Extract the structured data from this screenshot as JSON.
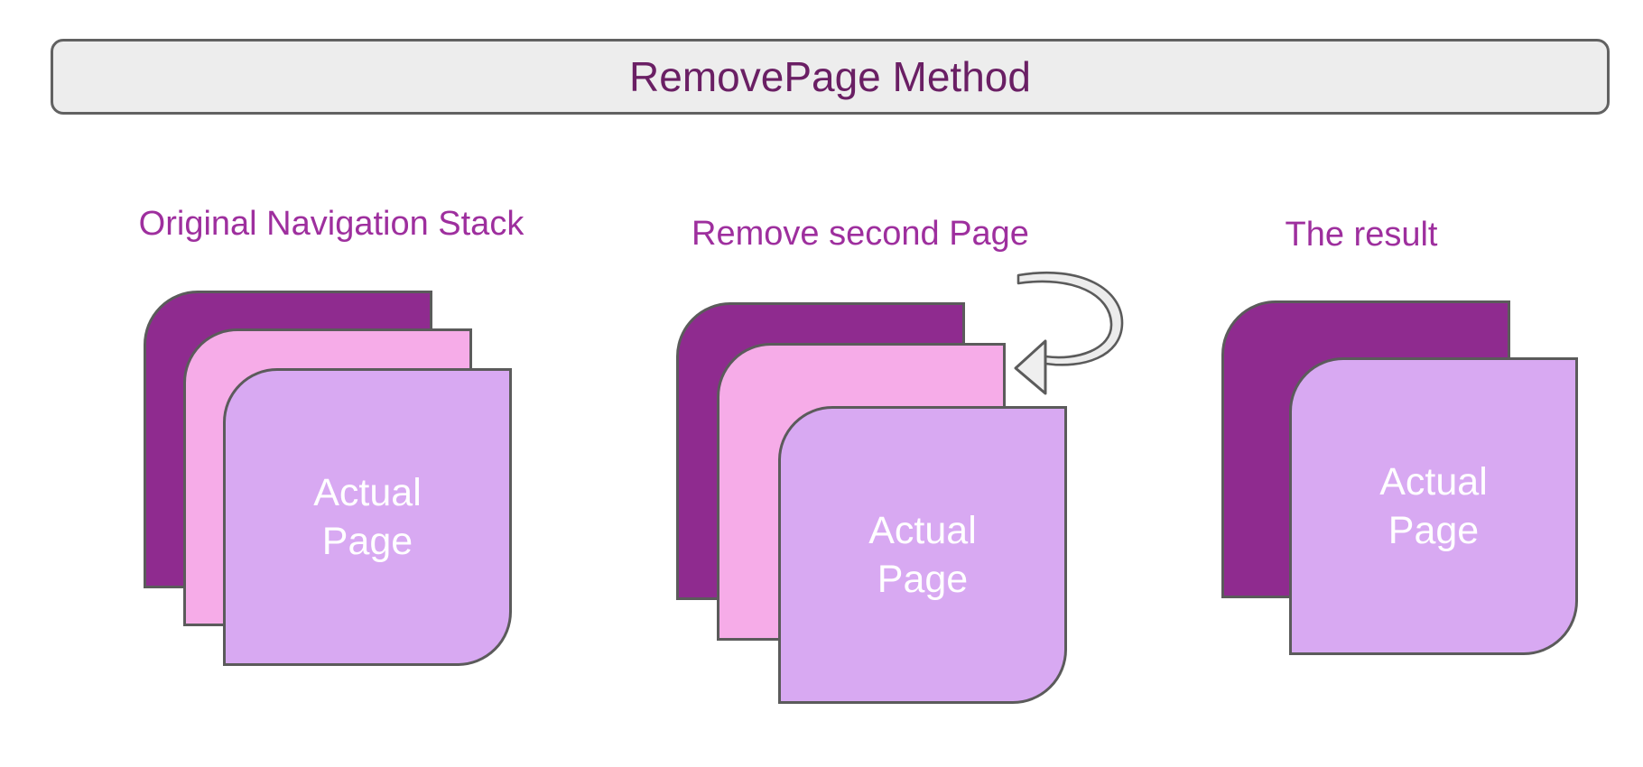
{
  "header": {
    "title": "RemovePage Method"
  },
  "groups": [
    {
      "label": "Original Navigation Stack"
    },
    {
      "label": "Remove second Page"
    },
    {
      "label": "The result"
    }
  ],
  "card_text_lines": [
    "Actual",
    "Page"
  ],
  "icons": {
    "remove_arrow": "curved-left-u-turn-arrow"
  },
  "colors": {
    "page_back": "#8F2B8F",
    "page_middle": "#F6ACE8",
    "page_front": "#D8A9F2",
    "card_border": "#5B5B5B",
    "card_text": "#FFFFFF",
    "header_fill": "#EDEDED",
    "header_border": "#616161",
    "header_text": "#6A1F64",
    "label_text": "#9E2F9E",
    "arrow_fill": "#ECECEC",
    "arrowhead_fill": "#EFEFEF",
    "arrow_stroke": "#5B5B5B"
  }
}
